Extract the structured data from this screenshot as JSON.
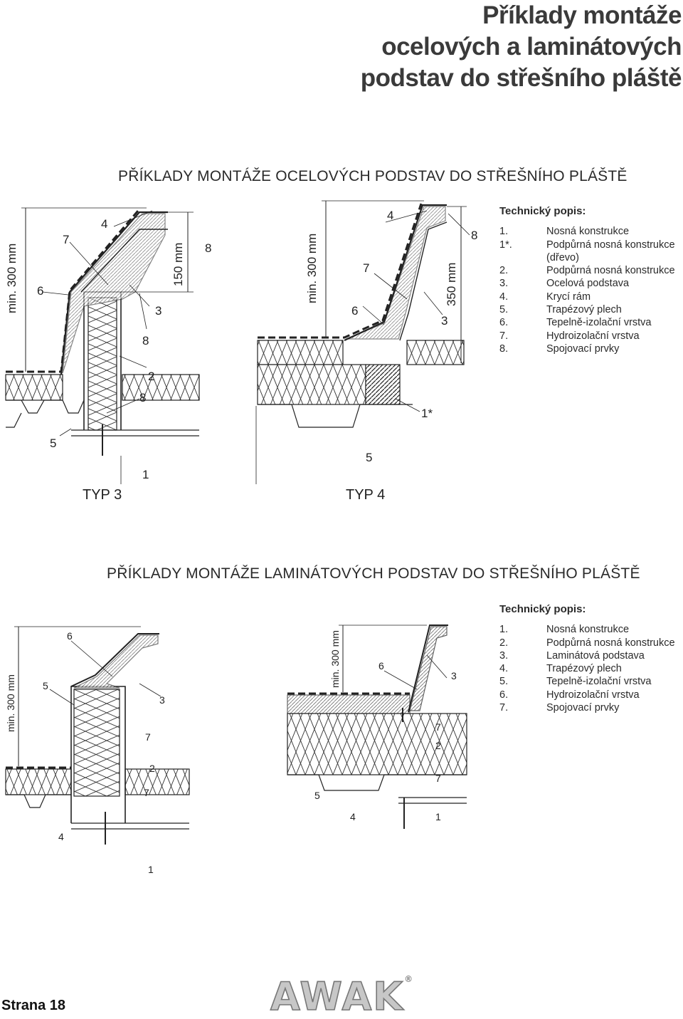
{
  "title": [
    "Příklady montáže",
    "ocelových a laminátových",
    "podstav do střešního pláště"
  ],
  "section1": {
    "heading": "PŘÍKLADY MONTÁŽE OCELOVÝCH PODSTAV DO STŘEŠNÍHO PLÁŠTĚ",
    "desc_heading": "Technický popis:",
    "items": [
      {
        "n": "1.",
        "t": "Nosná konstrukce"
      },
      {
        "n": "1*.",
        "t": "Podpůrná nosná konstrukce"
      },
      {
        "n": "",
        "t": "(dřevo)"
      },
      {
        "n": "2.",
        "t": "Podpůrná nosná konstrukce"
      },
      {
        "n": "3.",
        "t": "Ocelová podstava"
      },
      {
        "n": "4.",
        "t": "Krycí rám"
      },
      {
        "n": "5.",
        "t": "Trapézový plech"
      },
      {
        "n": "6.",
        "t": "Tepelně-izolační vrstva"
      },
      {
        "n": "7.",
        "t": "Hydroizolační vrstva"
      },
      {
        "n": "8.",
        "t": "Spojovací prvky"
      }
    ],
    "typ3": "TYP 3",
    "typ4": "TYP 4",
    "dims": {
      "min1": "min. 300 mm",
      "d150": "150 mm",
      "min2": "min. 300 mm",
      "d350": "350 mm"
    },
    "callouts_typ3": {
      "c4": "4",
      "c7": "7",
      "c6": "6",
      "c3": "3",
      "c8a": "8",
      "c8b": "8",
      "c2": "2",
      "c8c": "8",
      "c5": "5",
      "c1": "1"
    },
    "callouts_typ4": {
      "c4": "4",
      "c8": "8",
      "c7": "7",
      "c6": "6",
      "c3": "3",
      "c1s": "1*",
      "c5": "5"
    }
  },
  "section2": {
    "heading": "PŘÍKLADY MONTÁŽE LAMINÁTOVÝCH PODSTAV DO STŘEŠNÍHO PLÁŠTĚ",
    "desc_heading": "Technický popis:",
    "items": [
      {
        "n": "1.",
        "t": "Nosná konstrukce"
      },
      {
        "n": "2.",
        "t": "Podpůrná nosná konstrukce"
      },
      {
        "n": "3.",
        "t": "Laminátová podstava"
      },
      {
        "n": "4.",
        "t": "Trapézový plech"
      },
      {
        "n": "5.",
        "t": "Tepelně-izolační vrstva"
      },
      {
        "n": "6.",
        "t": "Hydroizolační vrstva"
      },
      {
        "n": "7.",
        "t": "Spojovací prvky"
      }
    ],
    "dims": {
      "min1": "min. 300 mm",
      "min2": "min. 300 mm"
    },
    "callouts_a": {
      "c6": "6",
      "c5": "5",
      "c3": "3",
      "c7a": "7",
      "c2": "2",
      "c7b": "7",
      "c4": "4",
      "c1": "1"
    },
    "callouts_b": {
      "c6": "6",
      "c3": "3",
      "c7a": "7",
      "c2": "2",
      "c7b": "7",
      "c5": "5",
      "c4": "4",
      "c1": "1"
    }
  },
  "footer": {
    "page": "Strana 18",
    "logo": "AWAK",
    "reg": "®"
  }
}
